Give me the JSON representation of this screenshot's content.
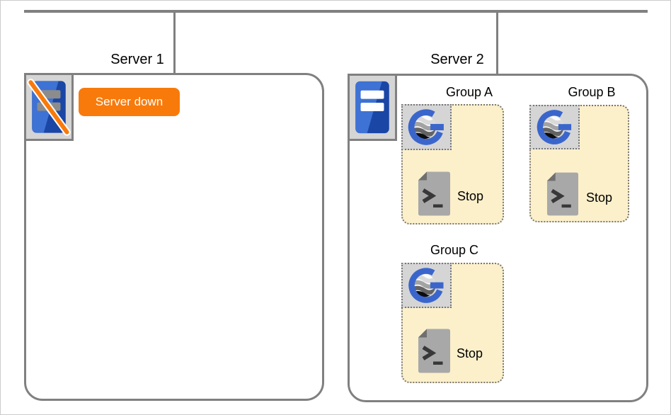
{
  "diagram_type": "server-group-topology",
  "colors": {
    "connector": "#808080",
    "box_border": "#808080",
    "group_fill": "#FCF0CB",
    "group_border": "#777777",
    "icon_tile_bg": "#D5D5D5",
    "alert_orange": "#F87A0B",
    "server_blue_dark": "#1A46A6",
    "server_blue_light": "#3E72D4",
    "logo_blue": "#3A66CC"
  },
  "servers": [
    {
      "label": "Server 1",
      "status": "down",
      "badge": "Server down",
      "groups": []
    },
    {
      "label": "Server 2",
      "status": "up",
      "groups": [
        {
          "label": "Group A",
          "action_label": "Stop"
        },
        {
          "label": "Group B",
          "action_label": "Stop"
        },
        {
          "label": "Group C",
          "action_label": "Stop"
        }
      ]
    }
  ],
  "icons": {
    "server_up": "server-icon",
    "server_down": "server-down-icon",
    "group_logo": "g-globe-logo-icon",
    "action_script": "shell-script-icon"
  }
}
